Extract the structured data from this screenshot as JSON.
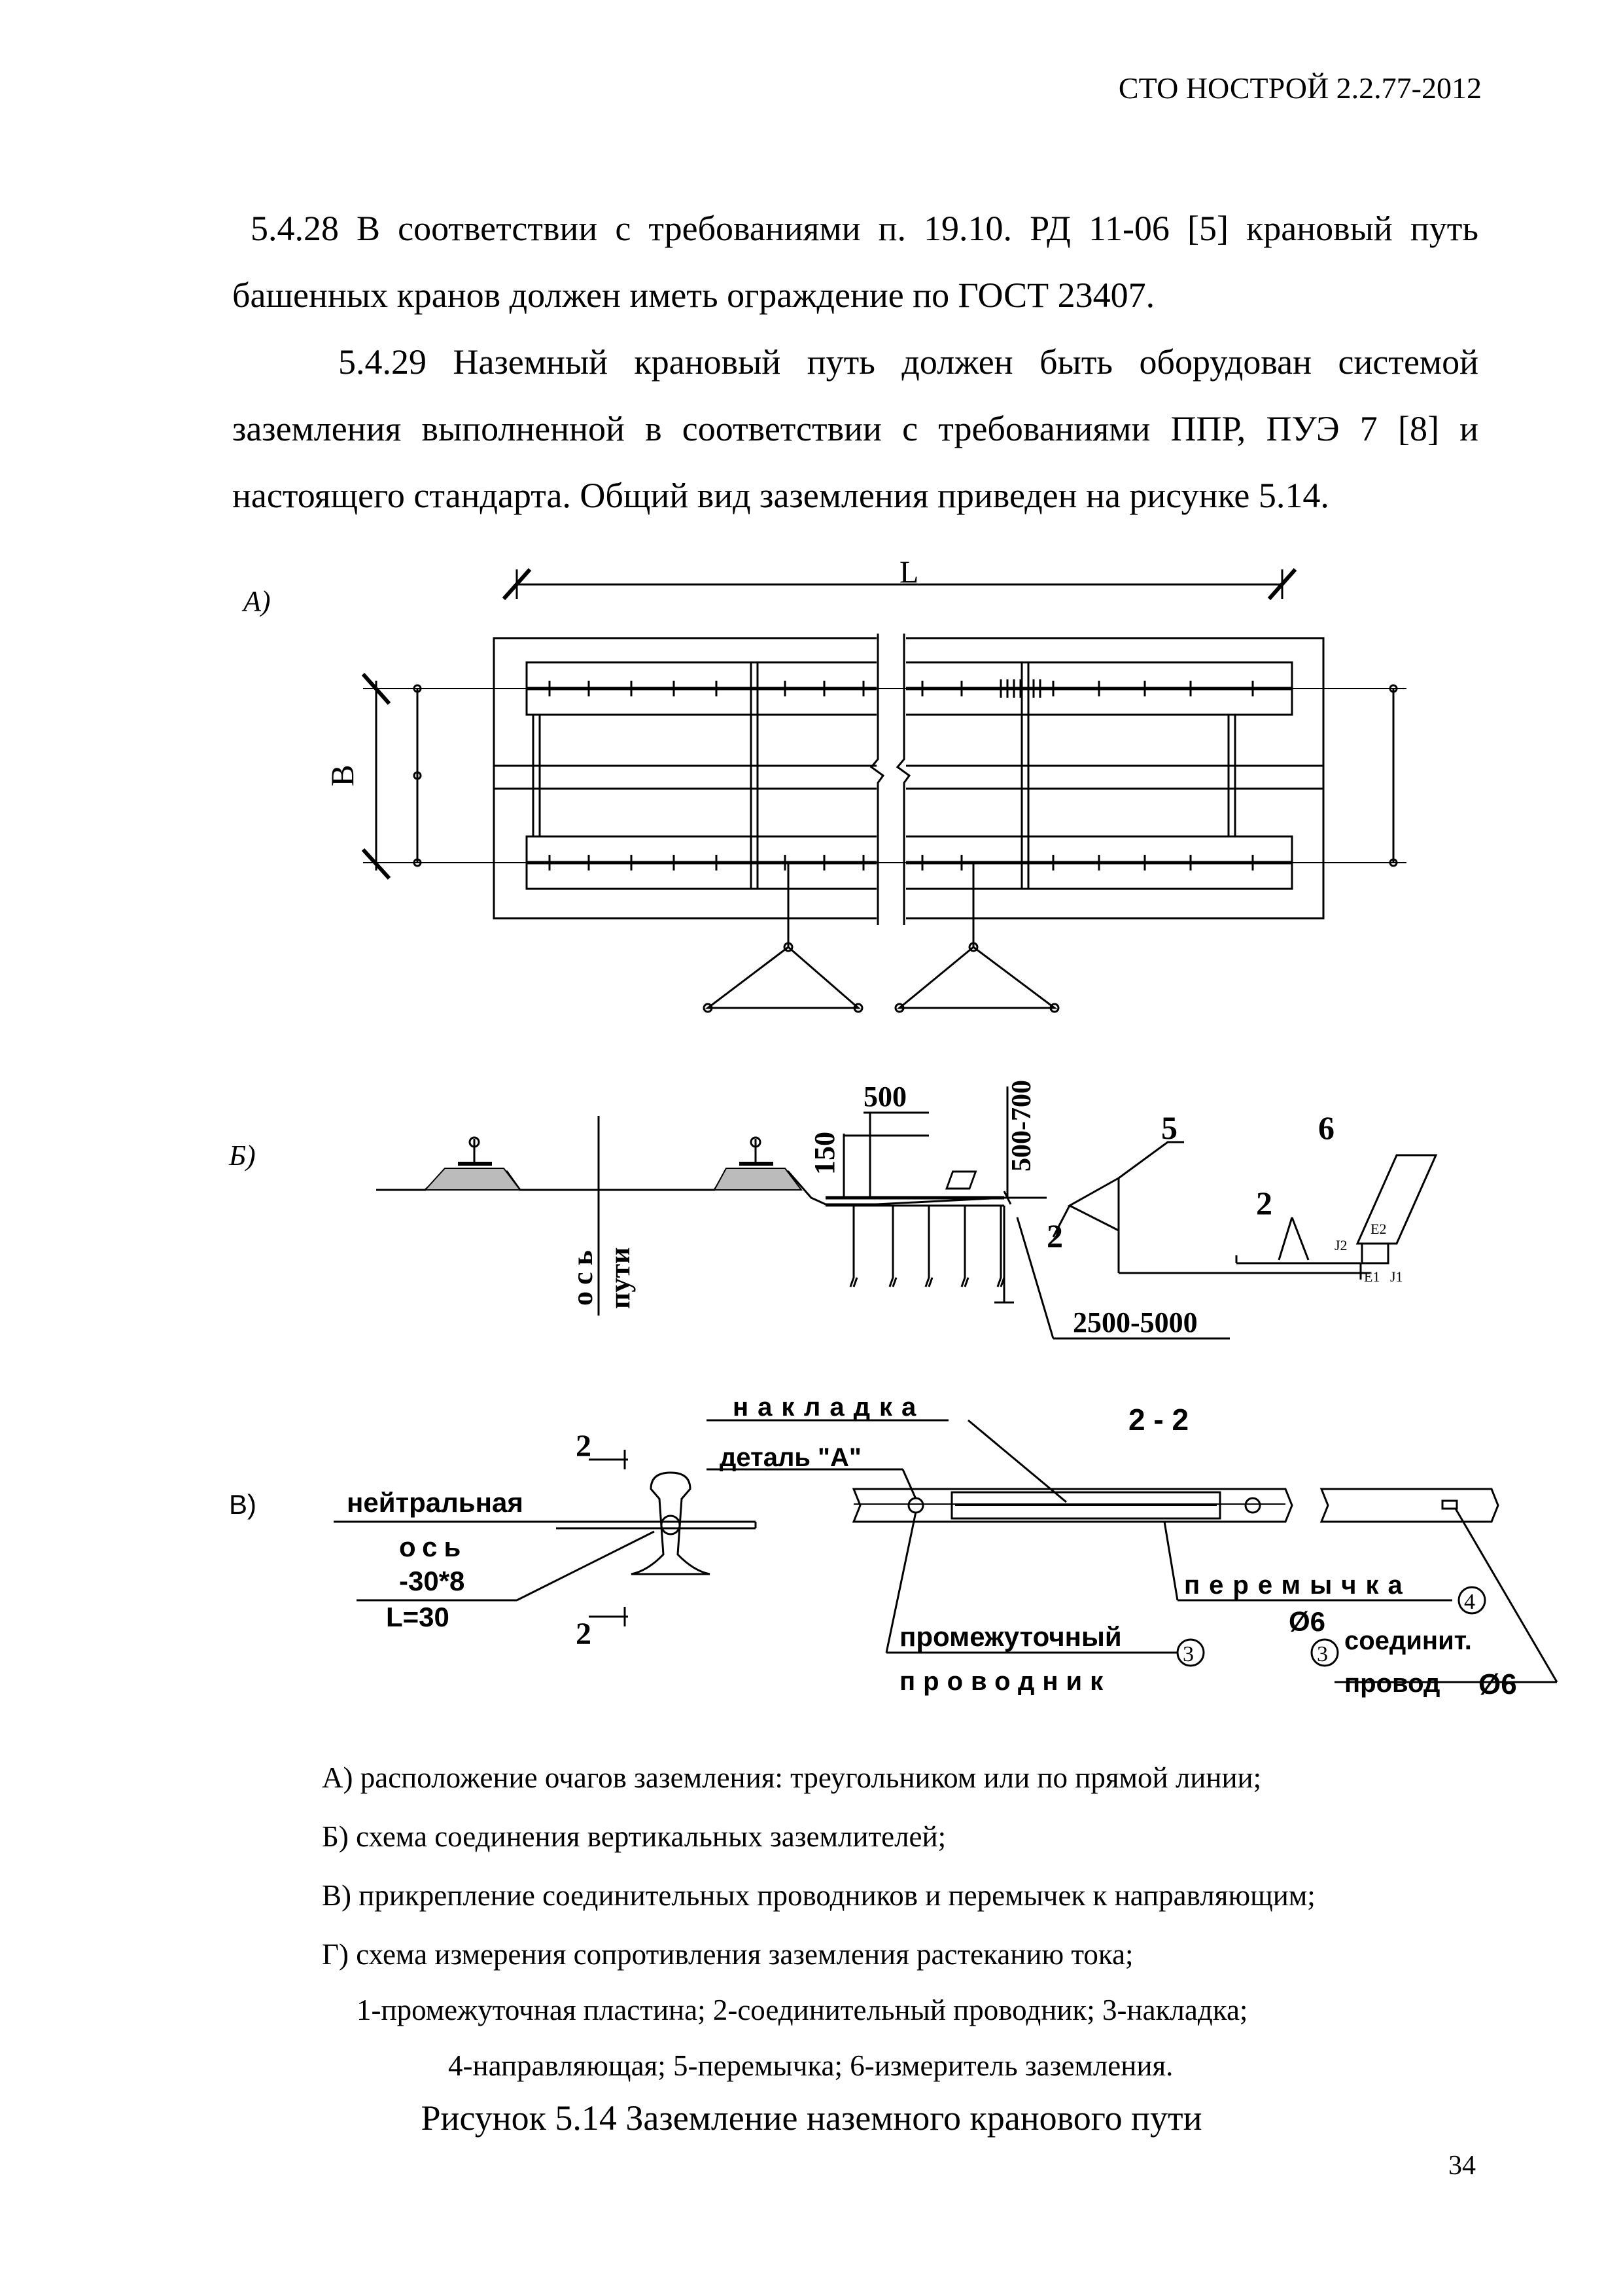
{
  "header": {
    "doc_code": "СТО НОСТРОЙ 2.2.77-2012"
  },
  "paragraphs": {
    "p1": "5.4.28 В соответствии с требованиями  п. 19.10. РД 11-06 [5] крановый путь башенных кранов должен иметь ограждение по ГОСТ 23407.",
    "p2": "5.4.29  Наземный крановый путь должен быть оборудован системой заземления выполненной в соответствии с требованиями ППР, ПУЭ 7 [8] и настоящего стандарта. Общий вид заземления приведен на рисунке 5.14."
  },
  "figure": {
    "panel_a": {
      "label": "А)",
      "dim_l": "L",
      "dim_b": "B"
    },
    "panel_b": {
      "label": "Б)",
      "axis_1": "ось",
      "axis_2": "пути",
      "dim_500": "500",
      "dim_150": "150",
      "dim_500_700": "500-700",
      "dim_2500_5000": "2500-5000",
      "item_5": "5",
      "item_6": "6",
      "item_2a": "2",
      "item_2b": "2",
      "meter_e2": "Е2",
      "meter_j2": "J2",
      "meter_e1": "Е1",
      "meter_j1": "J1"
    },
    "panel_v": {
      "label": "В)",
      "section_mark_top": "2",
      "section_mark_bottom": "2",
      "neutral_1": "нейтральная",
      "neutral_2": "ось",
      "plate_size": "-30*8",
      "plate_len": "L=30",
      "nakladka": "накладка",
      "detail": "деталь \"А\"",
      "section": "2 - 2",
      "peremychka": "перемычка",
      "peremychka_dia": "Ø6",
      "num_4": "4",
      "intermediate_1": "промежуточный",
      "intermediate_2": "проводник",
      "num_3a": "3",
      "num_3b": "3",
      "connect_1": "соединит.",
      "connect_2": "провод",
      "connect_dia": "Ø6"
    }
  },
  "caption_lines": [
    "А) расположение очагов заземления: треугольником или по прямой линии;",
    "Б) схема соединения вертикальных  заземлителей;",
    "В) прикрепление соединительных проводников и перемычек к направляющим;",
    "Г) схема измерения сопротивления заземления растеканию тока;",
    "1-промежуточная пластина; 2-соединительный проводник; 3-накладка;",
    "4-направляющая; 5-перемычка; 6-измеритель заземления."
  ],
  "figure_title": "Рисунок 5.14 Заземление наземного кранового пути",
  "page_number": "34"
}
